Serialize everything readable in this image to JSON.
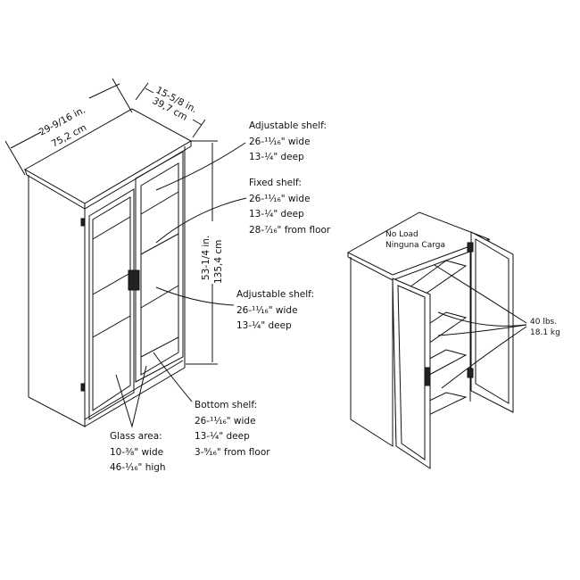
{
  "dimensions": {
    "width_in": "29-9/16 in.",
    "width_cm": "75,2 cm",
    "depth_in": "15-5/8 in.",
    "depth_cm": "39,7 cm",
    "height_in": "53-1/4 in.",
    "height_cm": "135,4 cm"
  },
  "callouts": {
    "adjustable_top": {
      "title": "Adjustable shelf:",
      "wide": "26-¹¹⁄₁₆\" wide",
      "deep": "13-¼\" deep"
    },
    "fixed": {
      "title": "Fixed shelf:",
      "wide": "26-¹¹⁄₁₆\" wide",
      "deep": "13-¼\" deep",
      "floor": "28-⁷⁄₁₆\" from floor"
    },
    "adjustable_lower": {
      "title": "Adjustable shelf:",
      "wide": "26-¹¹⁄₁₆\" wide",
      "deep": "13-¼\" deep"
    },
    "bottom": {
      "title": "Bottom shelf:",
      "wide": "26-¹¹⁄₁₆\" wide",
      "deep": "13-¼\" deep",
      "floor": "3-⁹⁄₁₆\" from floor"
    },
    "glass": {
      "title": "Glass area:",
      "wide": "10-⅜\" wide",
      "high": "46-¹⁄₁₆\" high"
    }
  },
  "load": {
    "top_en": "No Load",
    "top_es": "Ninguna Carga",
    "shelf_lbs": "40 lbs.",
    "shelf_kg": "18.1 kg"
  }
}
